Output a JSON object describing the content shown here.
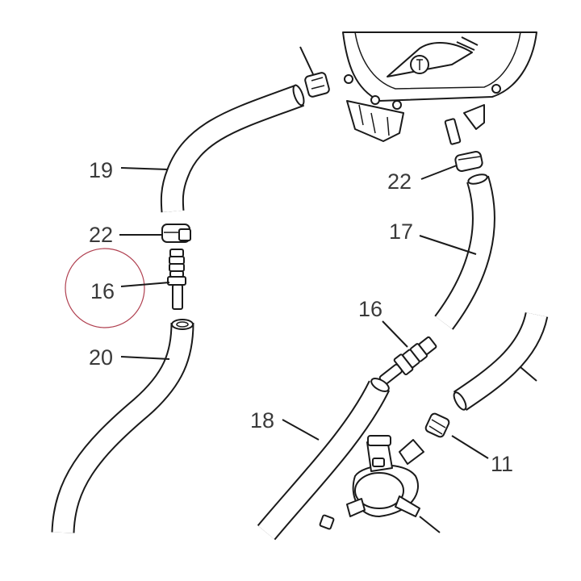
{
  "diagram": {
    "part_labels": {
      "hose_19": "19",
      "clamp_22_left": "22",
      "fitting_16_left": "16",
      "hose_20": "20",
      "clamp_22_right": "22",
      "hose_17": "17",
      "fitting_16_right": "16",
      "hose_18": "18",
      "clamp_11": "11"
    },
    "highlight_color": "#b04050",
    "line_color": "#1a1a1a",
    "label_color": "#3a3a3a"
  }
}
